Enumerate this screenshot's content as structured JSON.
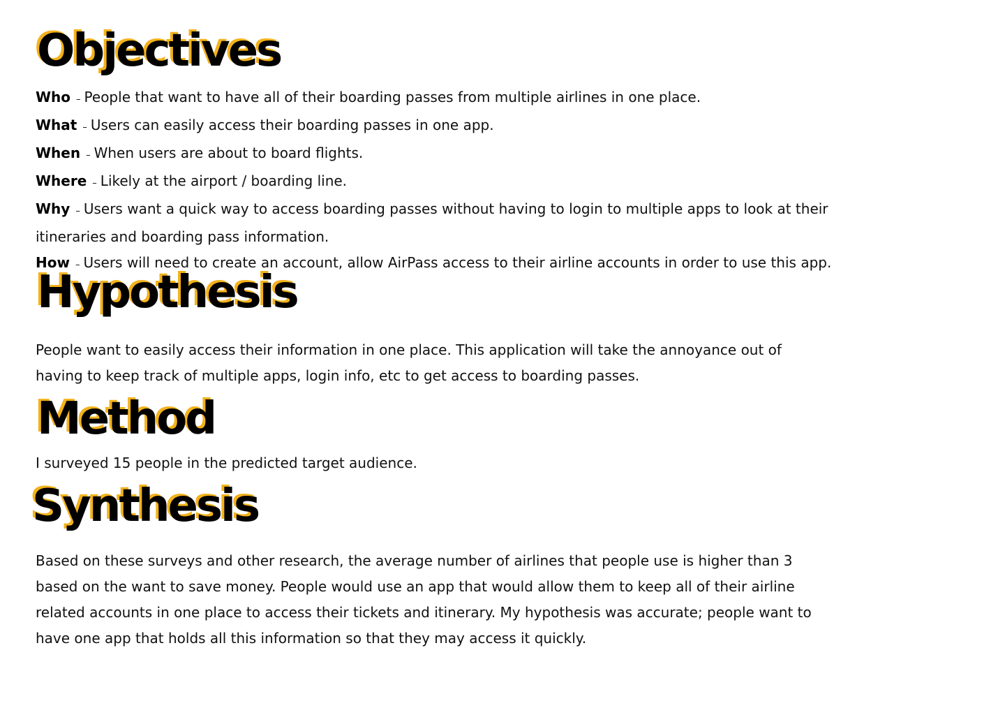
{
  "objectives": {
    "title": "Objectives",
    "rows": [
      {
        "label": "Who",
        "dash": "–",
        "text": "People that want to have all of their boarding passes from multiple airlines in one place."
      },
      {
        "label": "What",
        "dash": "–",
        "text": "Users can easily access their boarding passes in one app."
      },
      {
        "label": "When",
        "dash": "–",
        "text": "When users are about to board flights."
      },
      {
        "label": "Where",
        "dash": "–",
        "text": "Likely at the airport / boarding line."
      },
      {
        "label": "Why",
        "dash": "–",
        "text": "Users want a quick way to access boarding passes without having to login to multiple apps to look at their itineraries and boarding pass information."
      },
      {
        "label": "How",
        "dash": "–",
        "text": "Users will need to create an account, allow AirPass access to their airline accounts in order to use this app."
      }
    ]
  },
  "hypothesis": {
    "title": "Hypothesis",
    "text": "People want to easily access their information in one place. This application will take the annoyance out of having to keep track of multiple apps, login info, etc to get access to boarding passes."
  },
  "method": {
    "title": "Method",
    "text": "I surveyed 15 people in the predicted target audience."
  },
  "synthesis": {
    "title": "Synthesis",
    "text": "Based on these surveys and other research, the average number of airlines that people use is higher than 3 based on the want to save money. People would use an app that would allow them to keep all of their airline related accounts in one place to access their tickets and itinerary. My hypothesis was accurate; people want to have one app that holds all this information so that they may access it quickly."
  },
  "colors": {
    "accent": "#f2b21b",
    "heading": "#000000",
    "text": "#111111"
  }
}
